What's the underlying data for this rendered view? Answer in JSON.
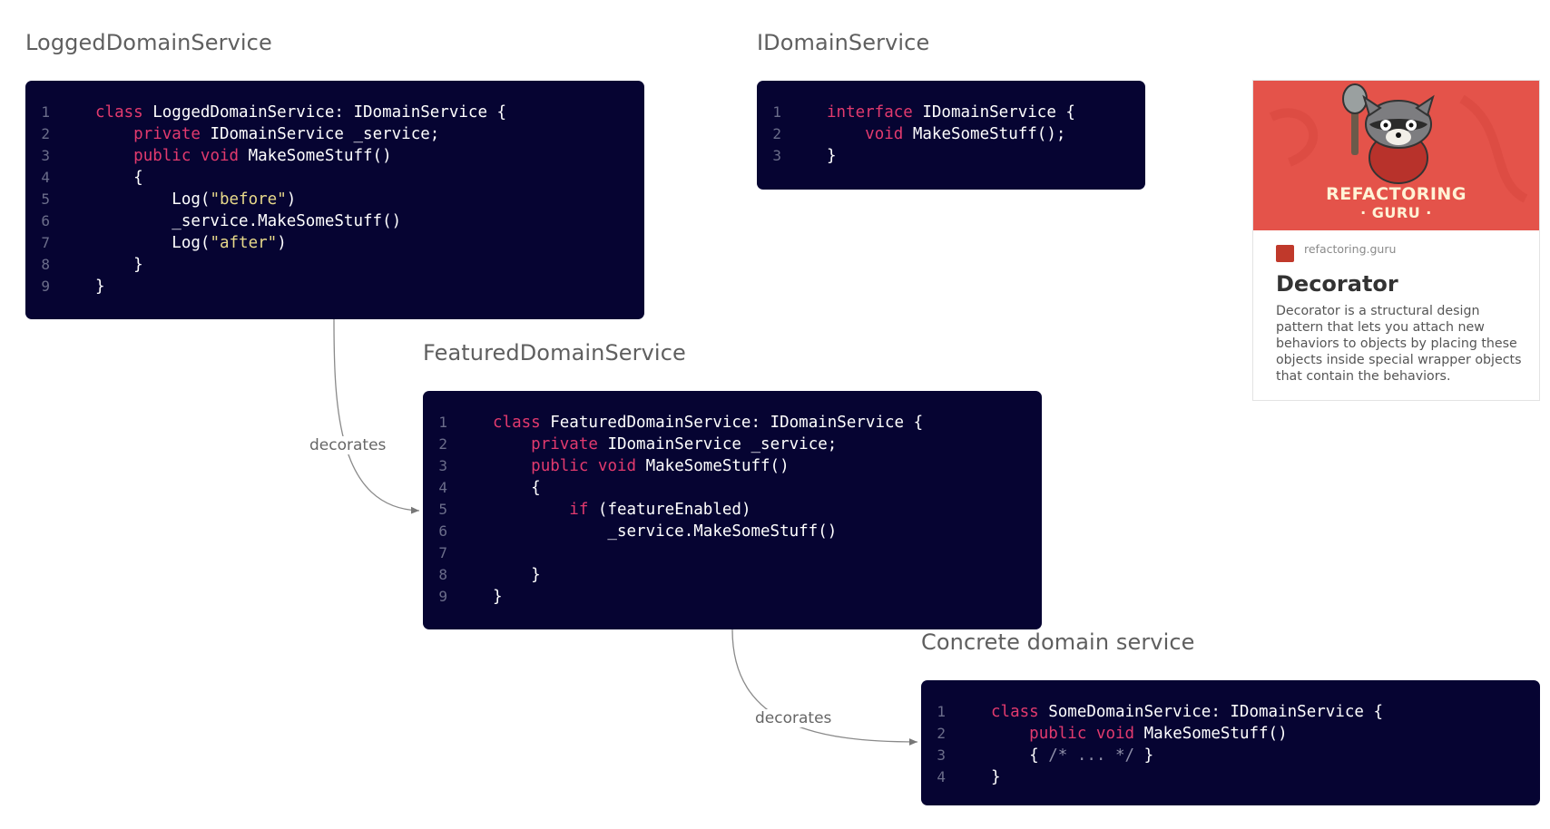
{
  "frames": {
    "logged": {
      "title": "LoggedDomainService",
      "lines": [
        [
          {
            "t": "class ",
            "c": "kw"
          },
          {
            "t": "LoggedDomainService: IDomainService {",
            "c": "plain"
          }
        ],
        [
          {
            "t": "    ",
            "c": "plain"
          },
          {
            "t": "private ",
            "c": "kw"
          },
          {
            "t": "IDomainService _service;",
            "c": "plain"
          }
        ],
        [
          {
            "t": "    ",
            "c": "plain"
          },
          {
            "t": "public void ",
            "c": "kw"
          },
          {
            "t": "MakeSomeStuff()",
            "c": "plain"
          }
        ],
        [
          {
            "t": "    {",
            "c": "plain"
          }
        ],
        [
          {
            "t": "        Log(",
            "c": "plain"
          },
          {
            "t": "\"before\"",
            "c": "str"
          },
          {
            "t": ")",
            "c": "plain"
          }
        ],
        [
          {
            "t": "        _service.MakeSomeStuff()",
            "c": "plain"
          }
        ],
        [
          {
            "t": "        Log(",
            "c": "plain"
          },
          {
            "t": "\"after\"",
            "c": "str"
          },
          {
            "t": ")",
            "c": "plain"
          }
        ],
        [
          {
            "t": "    }",
            "c": "plain"
          }
        ],
        [
          {
            "t": "}",
            "c": "plain"
          }
        ]
      ]
    },
    "interface": {
      "title": "IDomainService",
      "lines": [
        [
          {
            "t": "interface ",
            "c": "kw"
          },
          {
            "t": "IDomainService {",
            "c": "plain"
          }
        ],
        [
          {
            "t": "    ",
            "c": "plain"
          },
          {
            "t": "void ",
            "c": "kw"
          },
          {
            "t": "MakeSomeStuff();",
            "c": "plain"
          }
        ],
        [
          {
            "t": "}",
            "c": "plain"
          }
        ]
      ]
    },
    "featured": {
      "title": "FeaturedDomainService",
      "lines": [
        [
          {
            "t": "class ",
            "c": "kw"
          },
          {
            "t": "FeaturedDomainService: IDomainService {",
            "c": "plain"
          }
        ],
        [
          {
            "t": "    ",
            "c": "plain"
          },
          {
            "t": "private ",
            "c": "kw"
          },
          {
            "t": "IDomainService _service;",
            "c": "plain"
          }
        ],
        [
          {
            "t": "    ",
            "c": "plain"
          },
          {
            "t": "public void ",
            "c": "kw"
          },
          {
            "t": "MakeSomeStuff()",
            "c": "plain"
          }
        ],
        [
          {
            "t": "    {",
            "c": "plain"
          }
        ],
        [
          {
            "t": "        ",
            "c": "plain"
          },
          {
            "t": "if ",
            "c": "kw"
          },
          {
            "t": "(featureEnabled)",
            "c": "plain"
          }
        ],
        [
          {
            "t": "            _service.MakeSomeStuff()",
            "c": "plain"
          }
        ],
        [
          {
            "t": "",
            "c": "plain"
          }
        ],
        [
          {
            "t": "    }",
            "c": "plain"
          }
        ],
        [
          {
            "t": "}",
            "c": "plain"
          }
        ]
      ]
    },
    "concrete": {
      "title": "Concrete domain service",
      "lines": [
        [
          {
            "t": "class ",
            "c": "kw"
          },
          {
            "t": "SomeDomainService: IDomainService {",
            "c": "plain"
          }
        ],
        [
          {
            "t": "    ",
            "c": "plain"
          },
          {
            "t": "public void ",
            "c": "kw"
          },
          {
            "t": "MakeSomeStuff()",
            "c": "plain"
          }
        ],
        [
          {
            "t": "    { ",
            "c": "plain"
          },
          {
            "t": "/* ... */",
            "c": "cmt"
          },
          {
            "t": " }",
            "c": "plain"
          }
        ],
        [
          {
            "t": "}",
            "c": "plain"
          }
        ]
      ]
    }
  },
  "edges": [
    {
      "from": "LoggedDomainService",
      "to": "FeaturedDomainService",
      "label": "decorates"
    },
    {
      "from": "FeaturedDomainService",
      "to": "Concrete domain service",
      "label": "decorates"
    }
  ],
  "link_card": {
    "image_text_line1": "REFACTORING",
    "image_text_line2": "· GURU ·",
    "site": "refactoring.guru",
    "title": "Decorator",
    "description": "Decorator is a structural design pattern that lets you attach new behaviors to objects by placing these objects inside special wrapper objects that contain the behaviors."
  },
  "colors": {
    "code_background": "#060432",
    "keyword": "#e23a6e",
    "string": "#e8d98a",
    "line_number": "#6b6d8a",
    "card_image_background": "#e4534a"
  }
}
